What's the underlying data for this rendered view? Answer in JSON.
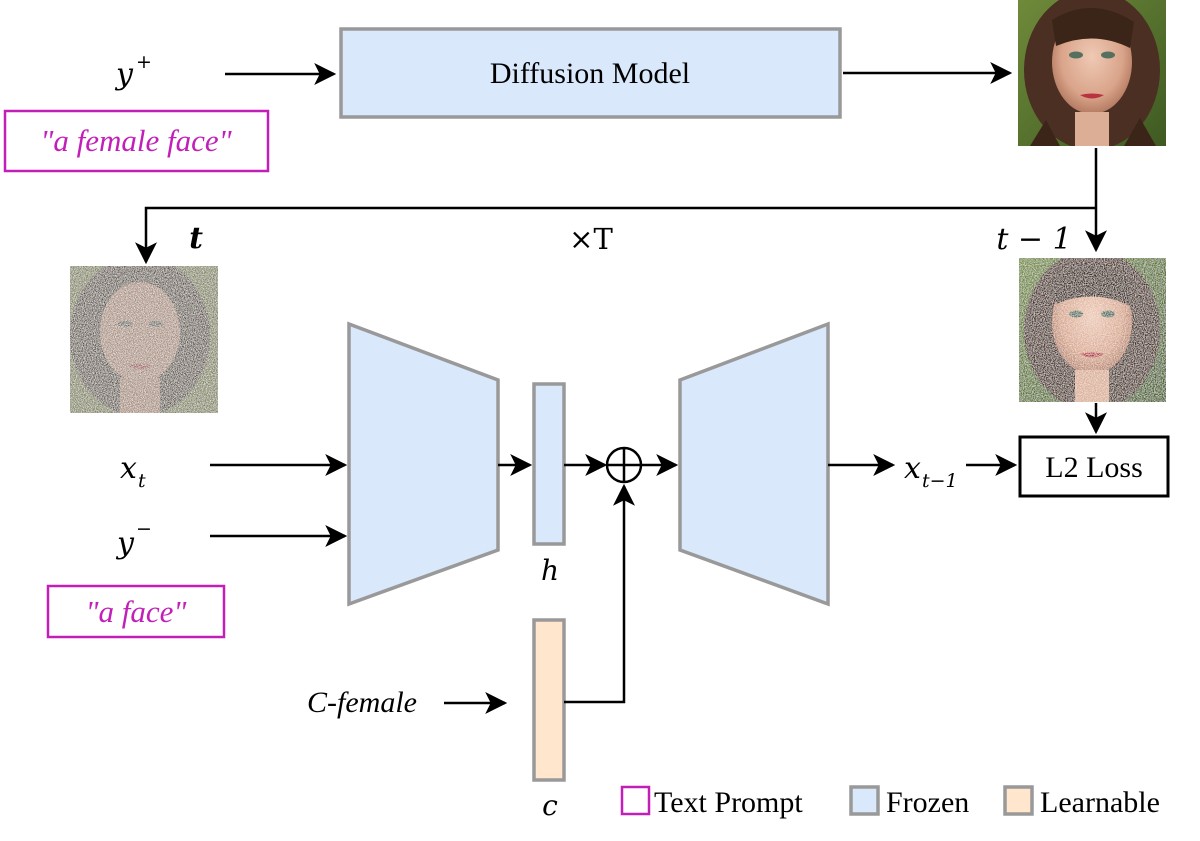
{
  "diagram": {
    "diffusion_model_label": "Diffusion Model",
    "y_plus_base": "y",
    "y_plus_sup": "+",
    "y_minus_base": "y",
    "y_minus_sup": "−",
    "prompt_positive": "\"a female face\"",
    "prompt_negative": "\"a face\"",
    "t_label": "t",
    "times_T_label": "×T",
    "t_minus_1_label": "t − 1",
    "x_t_base": "x",
    "x_t_sub": "t",
    "x_tm1_base": "x",
    "x_tm1_sub": "t−1",
    "h_label": "h",
    "c_label": "c",
    "concept_label": "C-female",
    "loss_label": "L2 Loss",
    "sum_symbol": "plus-circle-icon"
  },
  "legend": {
    "text_prompt": "Text Prompt",
    "frozen": "Frozen",
    "learnable": "Learnable"
  },
  "colors": {
    "frozen_fill": "#dae8fc",
    "frozen_stroke": "#999999",
    "learnable_fill": "#ffe6cc",
    "prompt_magenta": "#c21fb8",
    "line": "#000000"
  }
}
